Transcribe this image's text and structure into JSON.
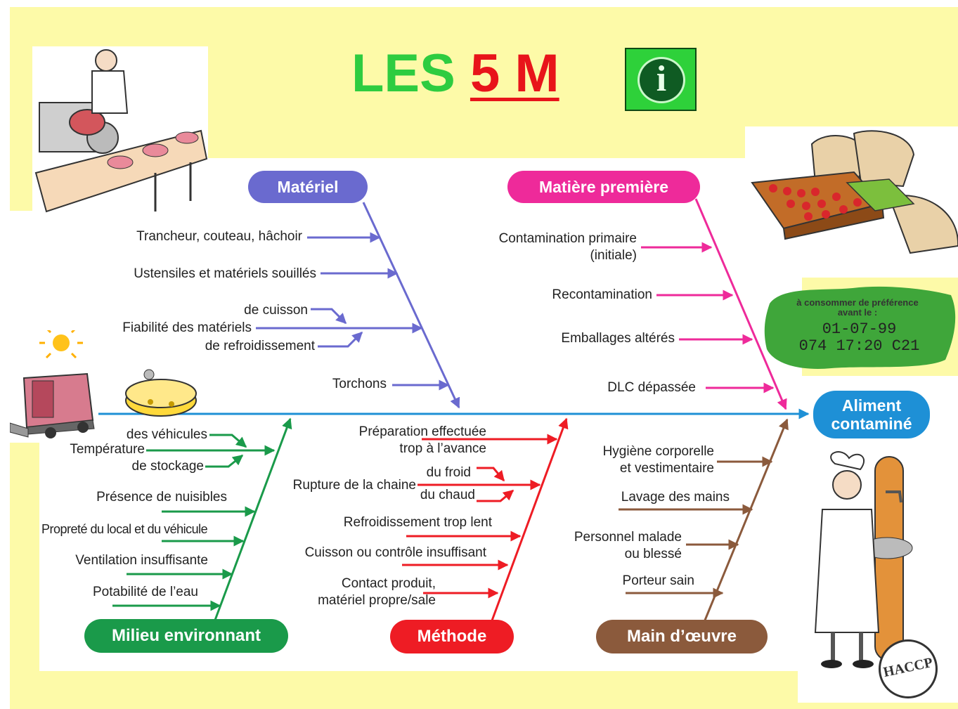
{
  "title": {
    "les": "LES",
    "five_m": "5 M",
    "info_glyph": "i"
  },
  "colors": {
    "materiel": "#6a6acf",
    "matiere": "#ee2a9a",
    "milieu": "#1a9a4a",
    "methode": "#ee1c24",
    "main": "#8b5a3c",
    "spine": "#1e90d6",
    "aliment": "#1e90d6",
    "yellow_bg": "#fdfaa8"
  },
  "categories": {
    "materiel": "Matériel",
    "matiere": "Matière première",
    "milieu": "Milieu environnant",
    "methode": "Méthode",
    "main": "Main d’œuvre"
  },
  "effect": {
    "line1": "Aliment",
    "line2": "contaminé"
  },
  "materiel_causes": {
    "trancheur": "Trancheur, couteau, hâchoir",
    "ustensiles": "Ustensiles et matériels souillés",
    "cuisson": "de cuisson",
    "fiabilite": "Fiabilité des matériels",
    "refroidissement": "de refroidissement",
    "torchons": "Torchons"
  },
  "matiere_causes": {
    "contam_1": "Contamination primaire",
    "contam_2": "(initiale)",
    "recontam": "Recontamination",
    "emballages": "Emballages altérés",
    "dlc": "DLC dépassée"
  },
  "milieu_causes": {
    "vehicules": "des véhicules",
    "temperature": "Température",
    "stockage": "de stockage",
    "nuisibles": "Présence de nuisibles",
    "proprete": "Propreté du local et du véhicule",
    "ventilation": "Ventilation insuffisante",
    "potabilite": "Potabilité de l’eau"
  },
  "methode_causes": {
    "prep_1": "Préparation effectuée",
    "prep_2": "trop à l’avance",
    "froid": "du froid",
    "rupture": "Rupture de la chaine",
    "chaud": "du chaud",
    "refroid_lent": "Refroidissement trop lent",
    "cuisson_insuff": "Cuisson ou contrôle insuffisant",
    "contact_1": "Contact produit,",
    "contact_2": "matériel propre/sale"
  },
  "main_causes": {
    "hygiene_1": "Hygiène corporelle",
    "hygiene_2": "et vestimentaire",
    "lavage": "Lavage des mains",
    "malade_1": "Personnel malade",
    "malade_2": "ou blessé",
    "porteur": "Porteur sain"
  },
  "label_tag": {
    "line1": "à consommer de préférence",
    "line2": "avant le :",
    "line3": "01-07-99",
    "line4": "074 17:20 C21"
  },
  "stamp": {
    "text": "HACCP"
  }
}
